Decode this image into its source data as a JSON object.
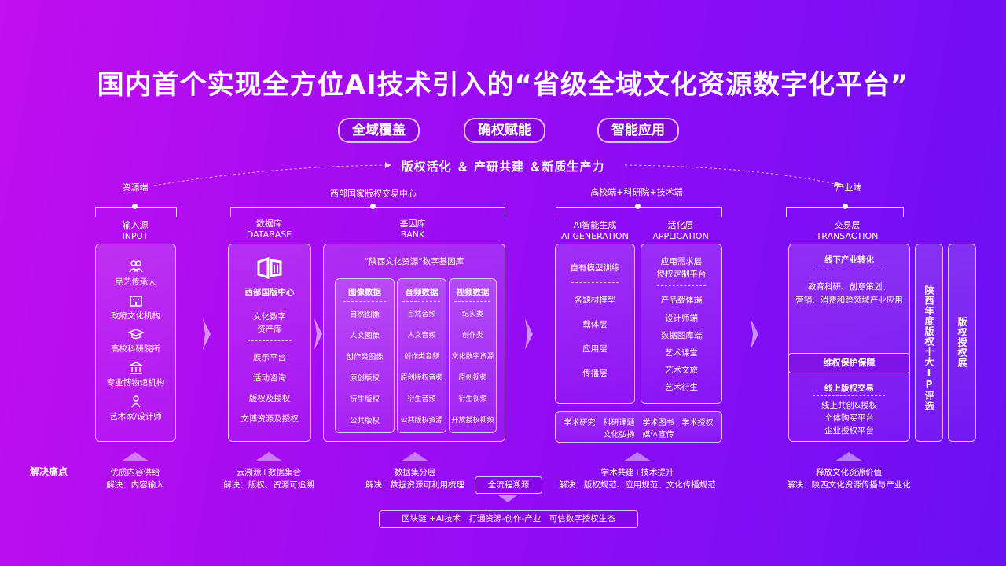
{
  "title": "国内首个实现全方位AI技术引入的“省级全域文化资源数字化平台”",
  "pills": [
    "全域覆盖",
    "确权赋能",
    "智能应用"
  ],
  "tagline": "版权活化 ＆ 产研共建 ＆新质生产力",
  "top_labels": {
    "resource": "资源端",
    "west_center": "西部国家版权交易中心",
    "university": "高校端+科研院+技术端",
    "industry": "产业端"
  },
  "input": {
    "title_cn": "输入源",
    "title_en": "INPUT",
    "items": [
      {
        "icon": "people-icon",
        "label": "民艺传承人"
      },
      {
        "icon": "building-icon",
        "label": "政府文化机构"
      },
      {
        "icon": "graduation-cap-icon",
        "label": "高校科研院所"
      },
      {
        "icon": "museum-icon",
        "label": "专业博物馆机构"
      },
      {
        "icon": "person-icon",
        "label": "艺术家/设计师"
      }
    ]
  },
  "database": {
    "title_cn": "数据库",
    "title_en": "DATABASE",
    "logo_label": "西部国版中心",
    "asset_title_1": "文化数字",
    "asset_title_2": "资产库",
    "items": [
      "展示平台",
      "活动咨询",
      "版权及授权",
      "文博资源及授权"
    ]
  },
  "bank": {
    "title_cn": "基因库",
    "title_en": "BANK",
    "panel_title": "“陕西文化资源”数字基因库",
    "columns": [
      {
        "title": "图像数据",
        "items": [
          "自然图像",
          "人文图像",
          "创作类图像",
          "原创版权",
          "衍生版权",
          "公共版权"
        ]
      },
      {
        "title": "音频数据",
        "items": [
          "自然音频",
          "人文音频",
          "创作类音频",
          "原创版权音频",
          "衍生音频",
          "公共版权资源"
        ]
      },
      {
        "title": "视频数据",
        "items": [
          "纪实类",
          "创作类",
          "文化数字资源",
          "原创视频",
          "衍生视频",
          "开放授权视频"
        ]
      }
    ]
  },
  "ai": {
    "title_cn": "AI智能生成",
    "title_en": "AI GENERATION",
    "head": "自有模型训练",
    "items": [
      "各题材模型",
      "载体层",
      "应用层",
      "传播层"
    ]
  },
  "app": {
    "title_cn": "活化层",
    "title_en": "APPLICATION",
    "head1": "应用需求层",
    "head2": "授权定制平台",
    "items": [
      "产品载体端",
      "设计师端",
      "数据图库端",
      "艺术课堂",
      "艺术文旅",
      "艺术衍生"
    ]
  },
  "academic": {
    "line1": "学术研究　科研课题　学术图书　学术授权",
    "line2": "文化弘扬　媒体宣传"
  },
  "transaction": {
    "title_cn": "交易层",
    "title_en": "TRANSACTION",
    "offline_title": "线下产业转化",
    "offline_line1": "教育科研、创意策划、",
    "offline_line2": "营销、消费和跨领域产业应用",
    "protect": "维权保护保障",
    "online_title": "线上版权交易",
    "online_items": [
      "线上共创&授权",
      "个体购买平台",
      "企业授权平台"
    ]
  },
  "side_boxes": [
    "陕西年度版权十大IP评选",
    "版权授权展"
  ],
  "pain_label": "解决痛点",
  "pains": [
    {
      "title": "优质内容供给",
      "desc": "解决：内容输入"
    },
    {
      "title": "云溯源+数据集合",
      "desc": "解决：版权、资源可追溯"
    },
    {
      "title": "数据集分层",
      "desc": "解决：数据资源可利用梳理"
    },
    {
      "title": "学术共建+技术提升",
      "desc": "解决：版权规范、应用规范、文化传播规范"
    },
    {
      "title": "释放文化资源价值",
      "desc": "解决：陕西文化资源传播与产业化"
    }
  ],
  "full_trace": "全流程溯源",
  "blockchain": "区块链 +AI技术　打通资源-创作-产业　可信数字授权生态"
}
